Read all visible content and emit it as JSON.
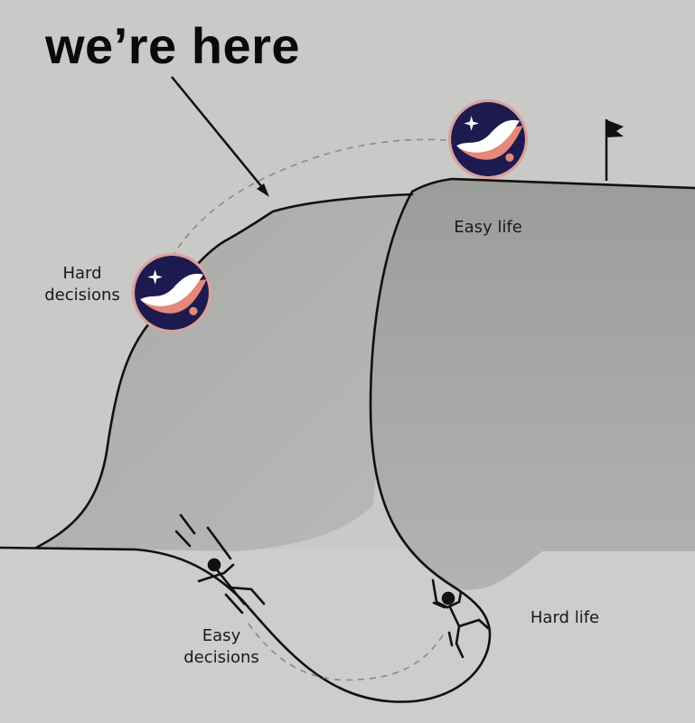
{
  "title": "we’re here",
  "labels": {
    "hard_decisions": "Hard\ndecisions",
    "easy_life": "Easy life",
    "easy_decisions": "Easy\ndecisions",
    "hard_life": "Hard life"
  },
  "icons": {
    "logo": "starknet-logo",
    "flag": "flag-icon",
    "arrow": "arrow-pointer"
  },
  "colors": {
    "logo_navy": "#1d1a4f",
    "logo_ring": "#d9a29c",
    "logo_salmon": "#e3887a",
    "ink": "#111111",
    "paper": "#c9c9c7"
  }
}
